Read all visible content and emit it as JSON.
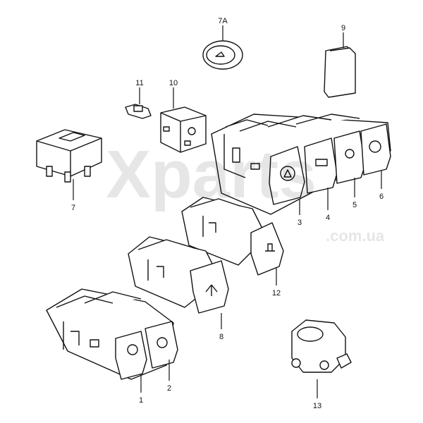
{
  "watermark": {
    "brand": "Xparts",
    "domain": ".com.ua"
  },
  "labels": {
    "p7A": "7A",
    "p9": "9",
    "p11": "11",
    "p10": "10",
    "p7": "7",
    "p3": "3",
    "p4": "4",
    "p5": "5",
    "p6": "6",
    "p12": "12",
    "p8": "8",
    "p1": "1",
    "p2": "2",
    "p13": "13"
  }
}
